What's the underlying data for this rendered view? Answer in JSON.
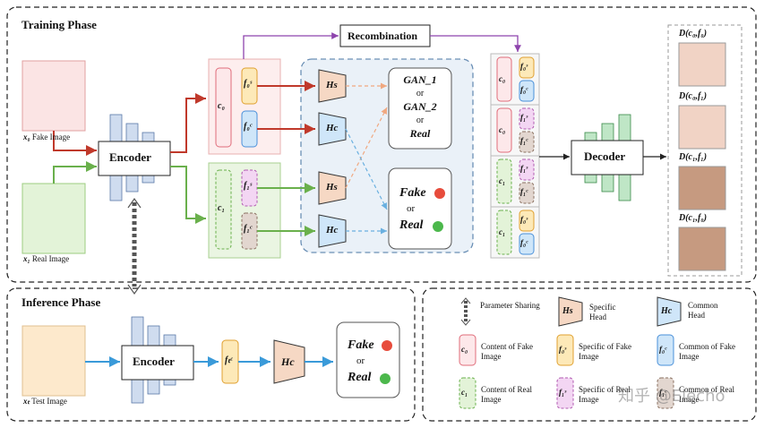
{
  "phases": {
    "training": "Training Phase",
    "inference": "Inference Phase"
  },
  "inputs": {
    "x0_label": "x₀",
    "x0_caption": "Fake Image",
    "x1_label": "x₁",
    "x1_caption": "Real Image",
    "xt_label": "xₜ",
    "xt_caption": "Test Image"
  },
  "modules": {
    "encoder": "Encoder",
    "decoder": "Decoder",
    "recombination": "Recombination",
    "hs": "Hs",
    "hc": "Hc"
  },
  "features": {
    "c0": "c₀",
    "c1": "c₁",
    "f0s": "f₀ˢ",
    "f0c": "f₀ᶜ",
    "f1s": "f₁ˢ",
    "f1c": "f₁ᶜ",
    "ftc": "fₜᶜ"
  },
  "gan_box": {
    "gan1": "GAN_1",
    "or1": "or",
    "gan2": "GAN_2",
    "or2": "or",
    "real": "Real"
  },
  "decision": {
    "fake": "Fake",
    "or": "or",
    "real": "Real"
  },
  "outputs": [
    "D(c₀,f₀)",
    "D(c₀,f₁)",
    "D(c₁,f₁)",
    "D(c₁,f₀)"
  ],
  "legend": {
    "param_sharing": "Parameter Sharing",
    "specific_head": "Specific Head",
    "common_head": "Common Head",
    "content_fake": "Content of Fake Image",
    "specific_fake": "Specific of Fake Image",
    "common_fake": "Common of Fake Image",
    "content_real": "Content of Real Image",
    "specific_real": "Specific of Real Image",
    "common_real": "Common of Real Image"
  },
  "watermark": "知乎 @Elecho",
  "colors": {
    "red_arrow": "#c0392b",
    "green_arrow": "#6ab04c",
    "blue_arrow": "#3a9ad9",
    "purple_arrow": "#8e44ad",
    "content_fake_fill": "#fde8ea",
    "content_fake_border": "#e06c7a",
    "specific_fake_fill": "#fde9b8",
    "specific_fake_border": "#e0a030",
    "common_fake_fill": "#cfe6f9",
    "common_fake_border": "#4a90d9",
    "content_real_fill": "#e3f3d8",
    "content_real_border": "#6ab04c",
    "specific_real_fill": "#f3d6f3",
    "specific_real_border": "#b05ab0",
    "common_real_fill": "#e2d6cf",
    "common_real_border": "#8a7060",
    "head_fill": "#f6d8c4",
    "bar_fill": "#cfdcef",
    "decoder_bar_fill": "#bfe6c6",
    "region_fill": "#eaf1f8"
  }
}
